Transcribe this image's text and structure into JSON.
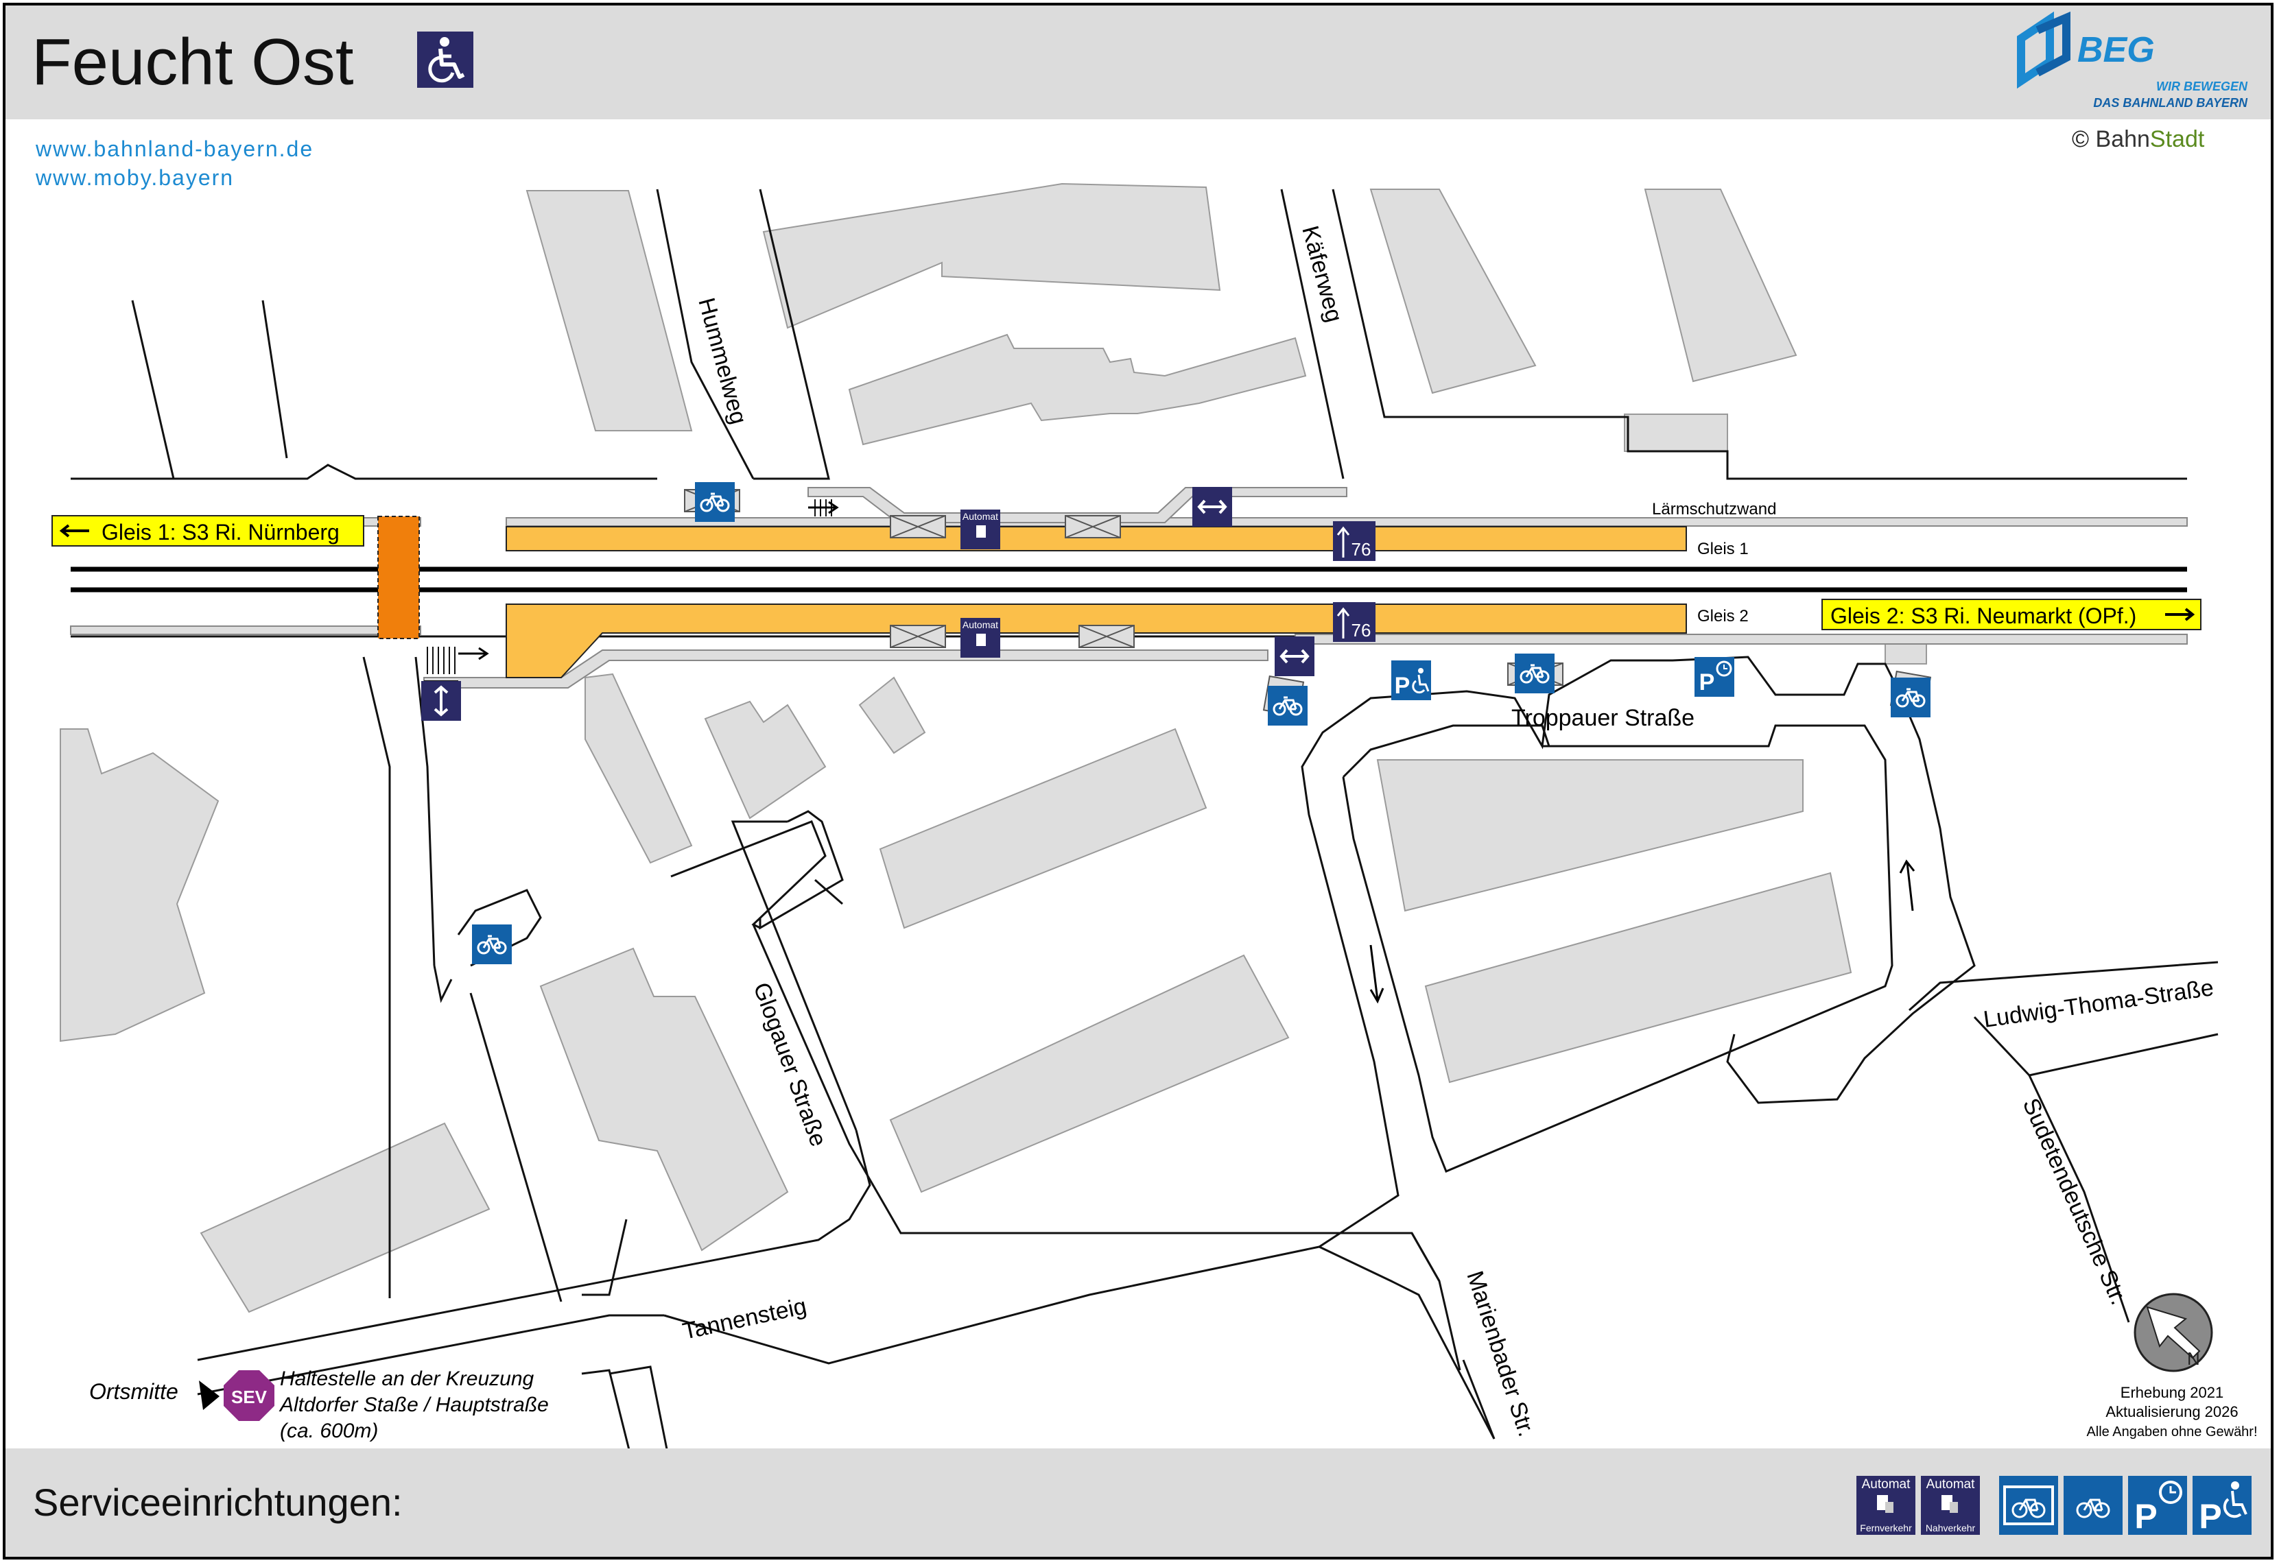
{
  "header": {
    "title": "Feucht Ost",
    "accessible_icon": "wheelchair-icon",
    "logo_brand": "BEG",
    "logo_tagline_1": "WIR BEWEGEN",
    "logo_tagline_2": "DAS BAHNLAND BAYERN",
    "links": [
      "www.bahnland-bayern.de",
      "www.moby.bayern"
    ],
    "copyright_symbol": "©",
    "copyright_bahn": "Bahn",
    "copyright_stadt": "Stadt"
  },
  "map": {
    "streets": {
      "hummelweg": "Hummelweg",
      "kaeferweg": "Käferweg",
      "glogauer": "Glogauer Straße",
      "tannensteig": "Tannensteig",
      "marienbader": "Marienbader Str.",
      "troppauer": "Troppauer Straße",
      "ludwig_thoma": "Ludwig-Thoma-Straße",
      "sudetendeutsche": "Sudetendeutsche Str."
    },
    "tracks": {
      "noise_wall": "Lärmschutzwand",
      "gleis1": "Gleis 1",
      "gleis2": "Gleis 2",
      "gleis1_direction": "Gleis 1: S3 Ri. Nürnberg",
      "gleis2_direction": "Gleis 2: S3 Ri. Neumarkt (OPf.)",
      "platform_height": "76",
      "automat_label": "Automat"
    },
    "sev": {
      "badge": "SEV",
      "ortsmitte": "Ortsmitte",
      "line1": "Haltestelle an der Kreuzung",
      "line2": "Altdorfer Staße / Hauptstraße",
      "line3": "(ca. 600m)"
    },
    "survey": {
      "line1": "Erhebung 2021",
      "line2": "Aktualisierung 2026",
      "line3": "Alle Angaben ohne Gewähr!"
    },
    "north_label": "N"
  },
  "footer": {
    "title": "Serviceeinrichtungen:",
    "legend": [
      {
        "icon": "ticket-machine-icon",
        "label": "Automat",
        "sub": "Fernverkehr"
      },
      {
        "icon": "ticket-machine-icon",
        "label": "Automat",
        "sub": "Nahverkehr"
      },
      {
        "icon": "bike-parking-covered-icon"
      },
      {
        "icon": "bike-parking-icon"
      },
      {
        "icon": "park-and-ride-timed-icon"
      },
      {
        "icon": "disabled-parking-icon"
      }
    ]
  },
  "colors": {
    "platform": "#fbbf4a",
    "stair_underpass": "#f07f0c",
    "building": "#dedede",
    "service_blue": "#1261a8",
    "service_navy": "#2b2a66",
    "direction_yellow": "#ffff00",
    "sev_purple": "#8e2a86",
    "link_blue": "#1c8ad1"
  }
}
